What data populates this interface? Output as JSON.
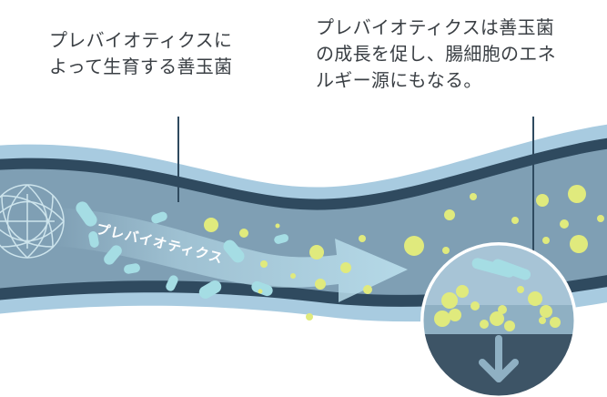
{
  "captions": {
    "left": [
      "プレバイオティクスに",
      "よって生育する善玉菌"
    ],
    "right": [
      "プレバイオティクスは善玉菌",
      "の成長を促し、腸細胞のエネ",
      "ルギー源にもなる。"
    ]
  },
  "flow_label": [
    "プ",
    "レ",
    "バ",
    "イ",
    "オ",
    "テ",
    "ィ",
    "ク",
    "ス"
  ],
  "colors": {
    "outer_wall": "#a8cbe0",
    "inner_wall": "#2f4a5f",
    "lumen": "#7f9fb4",
    "arrow": "#b8dcea",
    "bacteria": "#a5dde4",
    "prebiotic": "#e0ea7d",
    "zoom_circle_dark": "#3d5466",
    "text": "#3a3f44"
  }
}
